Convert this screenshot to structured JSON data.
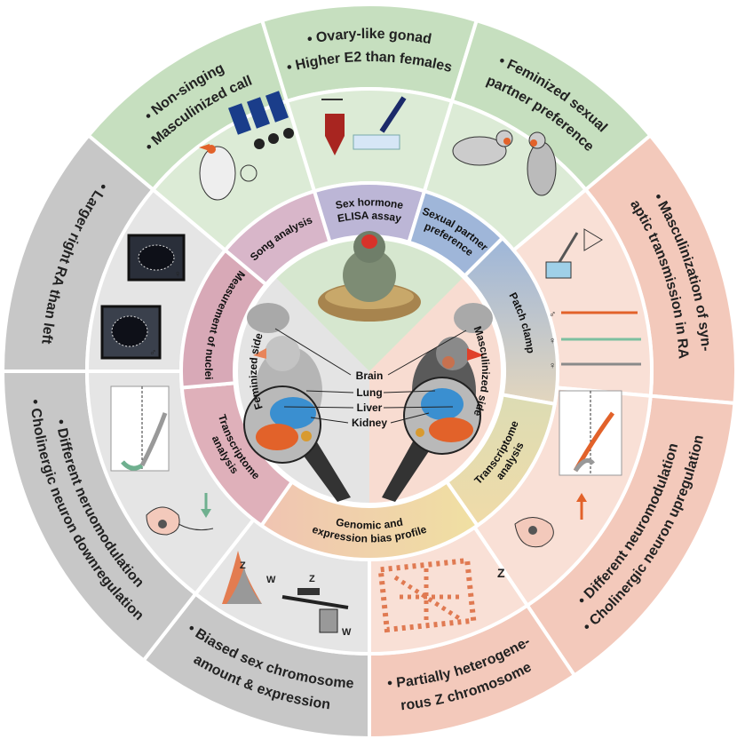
{
  "outer_labels": [
    {
      "lines": [
        "• Non-singing",
        "• Masculinized call"
      ]
    },
    {
      "lines": [
        "• Ovary-like gonad",
        "• Higher E2 than females"
      ]
    },
    {
      "lines": [
        "• Feminized sexual",
        "partner preference"
      ]
    },
    {
      "lines": [
        "• Masculinization of syn-",
        "aptic transmission in RA"
      ]
    },
    {
      "lines": [
        "• Different neuromodulation",
        "• Cholinergic neuron upregulation"
      ]
    },
    {
      "lines": [
        "• Partially heterogene-",
        "rous Z chromosome"
      ]
    },
    {
      "lines": [
        "• Biased sex chromosome",
        "amount & expression"
      ]
    },
    {
      "lines": [
        "• Different neruomodulation",
        "• Cholinergic neuron downregulation"
      ]
    },
    {
      "lines": [
        "• Larger right RA than left"
      ]
    }
  ],
  "method_labels": [
    {
      "lines": [
        "Song analysis"
      ]
    },
    {
      "lines": [
        "Sex hormone",
        "ELISA assay"
      ]
    },
    {
      "lines": [
        "Sexual partner",
        "preference"
      ]
    },
    {
      "lines": [
        "Patch clamp"
      ]
    },
    {
      "lines": [
        "Transcriptome",
        "analysis"
      ]
    },
    {
      "lines": [
        "Genomic and",
        "expression bias profile"
      ]
    },
    {
      "lines": [
        "Transcriptome",
        "analysis"
      ]
    },
    {
      "lines": [
        "Measurement of nuclei"
      ]
    }
  ],
  "inner": {
    "feminized_side": "Feminized side",
    "masculinized_side": "Masculinized side",
    "organs": [
      "Brain",
      "Lung",
      "Liver",
      "Kidney"
    ]
  },
  "panel_text": {
    "male_symbol": "♂",
    "female_symbol": "♀",
    "z": "Z",
    "w": "W"
  },
  "colors": {
    "green_outer": "#c6dfbf",
    "green_mid": "#dcebd6",
    "salmon_outer": "#f3c9bb",
    "salmon_mid": "#f9e0d6",
    "gray_outer": "#c7c7c7",
    "gray_mid": "#e5e5e5",
    "orange": "#e2622a",
    "blue": "#3a8fd0"
  }
}
